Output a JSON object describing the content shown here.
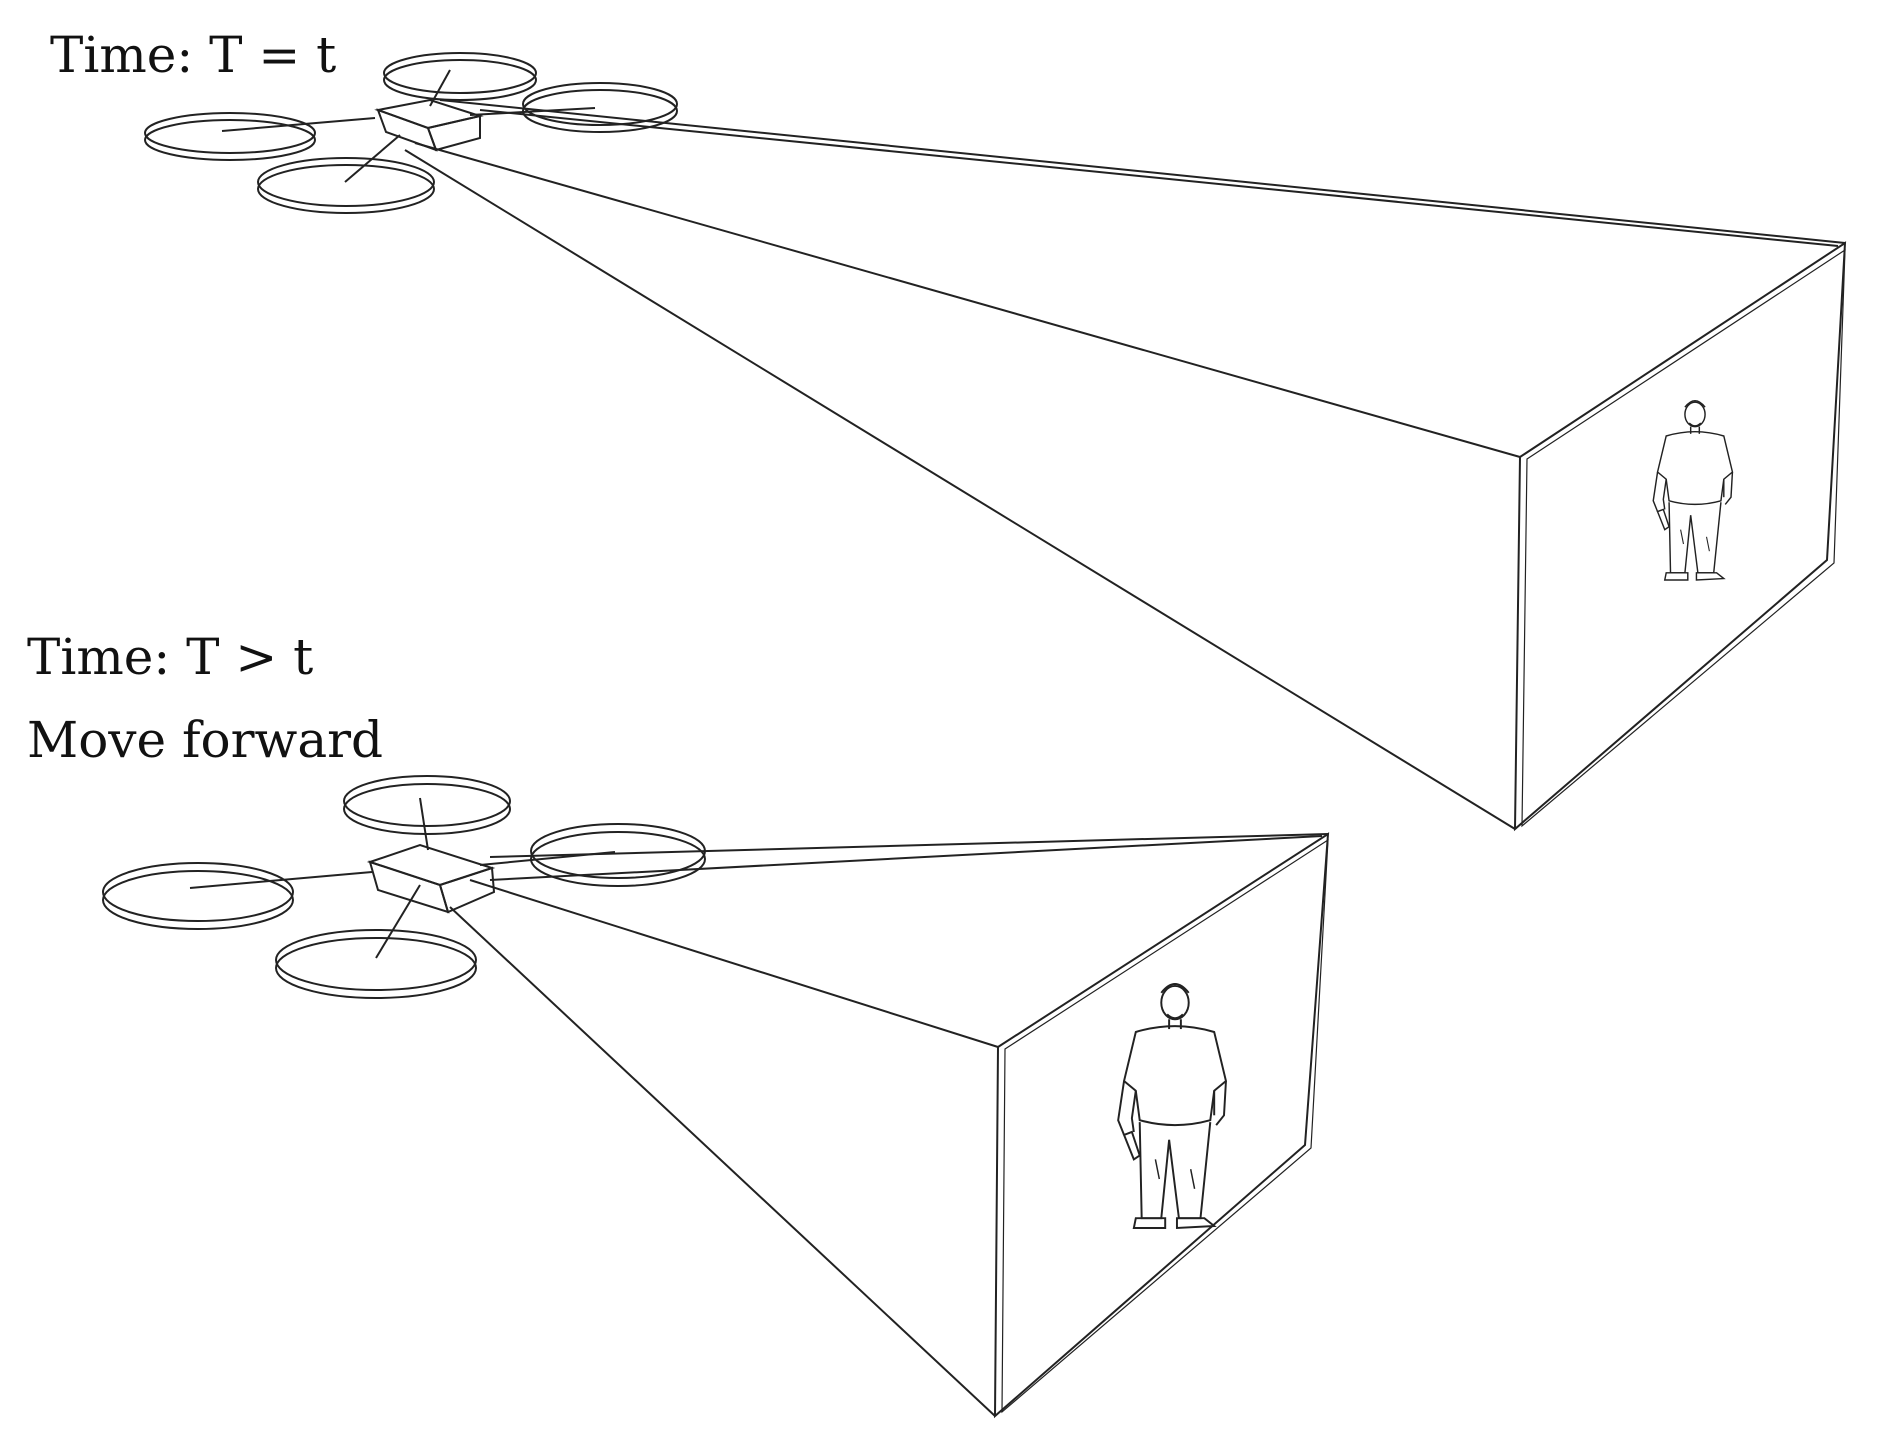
{
  "scenes": [
    {
      "time_label": "Time: T = t",
      "caption": ""
    },
    {
      "time_label": "Time: T > t",
      "caption": "Move forward"
    }
  ],
  "colors": {
    "line": "#222222",
    "background": "#ffffff"
  },
  "icons": [
    "quadcopter-drone-icon",
    "standing-person-icon"
  ]
}
